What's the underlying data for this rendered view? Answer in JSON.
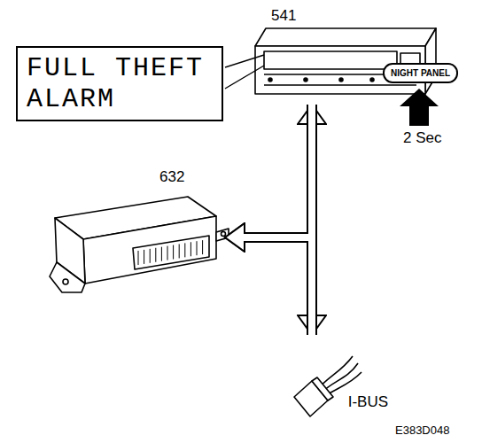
{
  "diagram": {
    "nodes": [
      {
        "text": [
          "541"
        ]
      },
      {
        "text": [
          "FULL THEFT ALARM"
        ]
      },
      {
        "text": [
          "NIGHT PANEL"
        ]
      },
      {
        "text": [
          "632"
        ]
      },
      {
        "text": [
          "I-BUS"
        ]
      }
    ],
    "edges": [
      {
        "from": 0,
        "to": 4,
        "arrow": "both"
      },
      {
        "from": 0,
        "to": 3,
        "arrow": "to"
      },
      {
        "from": 4,
        "to": 3,
        "arrow": "to"
      }
    ],
    "labels": [
      "2 Sec",
      "E383D048"
    ]
  }
}
